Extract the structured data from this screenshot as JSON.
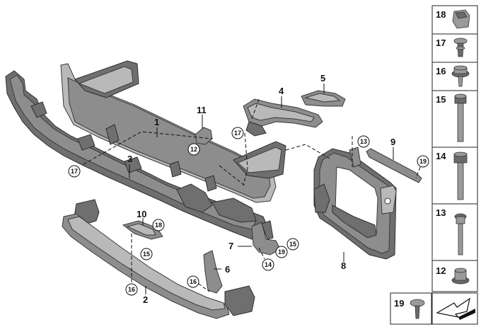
{
  "callouts": [
    {
      "id": "c1",
      "text": "1"
    },
    {
      "id": "c2",
      "text": "2"
    },
    {
      "id": "c3",
      "text": "3"
    },
    {
      "id": "c4",
      "text": "4"
    },
    {
      "id": "c5",
      "text": "5"
    },
    {
      "id": "c6",
      "text": "6"
    },
    {
      "id": "c7",
      "text": "7"
    },
    {
      "id": "c8",
      "text": "8"
    },
    {
      "id": "c9",
      "text": "9"
    },
    {
      "id": "c10",
      "text": "10"
    },
    {
      "id": "c11",
      "text": "11"
    }
  ],
  "circled": [
    {
      "id": "k17a",
      "text": "17"
    },
    {
      "id": "k17b",
      "text": "17"
    },
    {
      "id": "k12",
      "text": "12"
    },
    {
      "id": "k13",
      "text": "13"
    },
    {
      "id": "k19a",
      "text": "19"
    },
    {
      "id": "k18",
      "text": "18"
    },
    {
      "id": "k15a",
      "text": "15"
    },
    {
      "id": "k16a",
      "text": "16"
    },
    {
      "id": "k15b",
      "text": "15"
    },
    {
      "id": "k19b",
      "text": "19"
    },
    {
      "id": "k14",
      "text": "14"
    },
    {
      "id": "k16b",
      "text": "16"
    }
  ],
  "sidebar": [
    {
      "num": "18",
      "icon": "clip-nut-icon"
    },
    {
      "num": "17",
      "icon": "expanding-rivet-icon"
    },
    {
      "num": "16",
      "icon": "collar-screw-icon"
    },
    {
      "num": "15",
      "icon": "long-hex-bolt-icon"
    },
    {
      "num": "14",
      "icon": "hex-bolt-icon"
    },
    {
      "num": "13",
      "icon": "torx-bolt-icon"
    },
    {
      "num": "12",
      "icon": "flange-nut-icon"
    }
  ],
  "footer": {
    "num": "19",
    "icon": "pan-head-screw-icon",
    "arrow_icon": "arrow-indicator-icon"
  }
}
